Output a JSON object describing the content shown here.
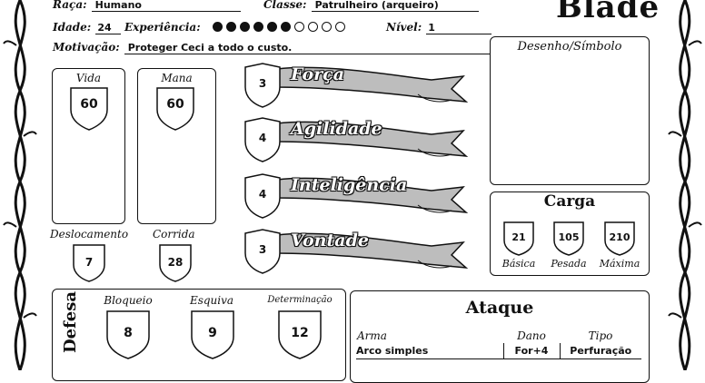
{
  "header": {
    "race_label": "Raça:",
    "race_value": "Humano",
    "class_label": "Classe:",
    "class_value": "Patrulheiro (arqueiro)",
    "age_label": "Idade:",
    "age_value": "24",
    "experience_label": "Experiência:",
    "experience_filled": 6,
    "experience_total": 10,
    "level_label": "Nível:",
    "level_value": "1",
    "motivation_label": "Motivação:",
    "motivation_value": "Proteger Ceci a todo o custo.",
    "brand": "Blade"
  },
  "stats": {
    "life_label": "Vida",
    "life_value": "60",
    "mana_label": "Mana",
    "mana_value": "60",
    "move_label": "Deslocamento",
    "move_value": "7",
    "run_label": "Corrida",
    "run_value": "28"
  },
  "attributes": [
    {
      "name": "Força",
      "value": "3"
    },
    {
      "name": "Agilidade",
      "value": "4"
    },
    {
      "name": "Inteligência",
      "value": "4"
    },
    {
      "name": "Vontade",
      "value": "3"
    }
  ],
  "drawing": {
    "title": "Desenho/Símbolo"
  },
  "load": {
    "title": "Carga",
    "items": [
      {
        "label": "Básica",
        "value": "21"
      },
      {
        "label": "Pesada",
        "value": "105"
      },
      {
        "label": "Máxima",
        "value": "210"
      }
    ]
  },
  "defense": {
    "title": "Defesa",
    "items": [
      {
        "label": "Bloqueio",
        "value": "8"
      },
      {
        "label": "Esquiva",
        "value": "9"
      },
      {
        "label": "Determinação",
        "value": "12"
      }
    ]
  },
  "attack": {
    "title": "Ataque",
    "col_weapon": "Arma",
    "col_damage": "Dano",
    "col_type": "Tipo",
    "rows": [
      {
        "weapon": "Arco simples",
        "damage": "For+4",
        "type": "Perfuração"
      }
    ]
  },
  "colors": {
    "ink": "#111111",
    "banner": "#bdbdbd",
    "paper": "#ffffff"
  }
}
